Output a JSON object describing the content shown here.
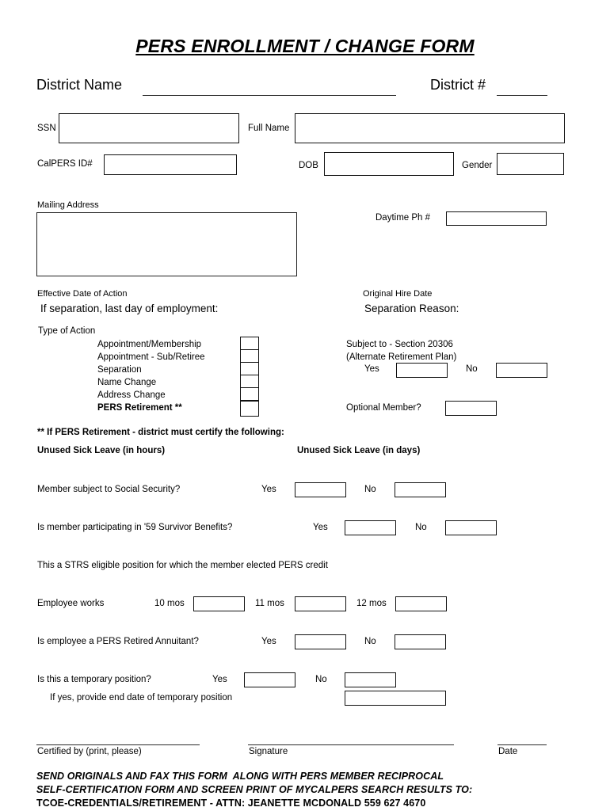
{
  "form": {
    "title": "PERS ENROLLMENT / CHANGE FORM",
    "district_name_label": "District Name",
    "district_number_label": "District #",
    "district_name_value": "",
    "district_number_value": "",
    "ssn_label": "SSN",
    "ssn_value": "",
    "full_name_label": "Full Name",
    "full_name_value": "",
    "calpers_id_label": "CalPERS ID#",
    "calpers_id_value": "",
    "dob_label": "DOB",
    "dob_value": "",
    "gender_label": "Gender",
    "gender_value": "",
    "mailing_address_label": "Mailing Address",
    "mailing_address_value": "",
    "daytime_phone_label": "Daytime Ph #",
    "daytime_phone_value": "",
    "effective_date_label": "Effective Date of Action",
    "separation_last_day_label": "If separation, last day of employment:",
    "original_hire_date_label": "Original Hire Date",
    "separation_reason_label": "Separation Reason:",
    "type_of_action_label": "Type of Action",
    "type_of_action_items": [
      {
        "label": "Appointment/Membership",
        "bold": false,
        "checked": false
      },
      {
        "label": "Appointment - Sub/Retiree",
        "bold": false,
        "checked": false
      },
      {
        "label": "Separation",
        "bold": false,
        "checked": false
      },
      {
        "label": "Name Change",
        "bold": false,
        "checked": false
      },
      {
        "label": "Address Change",
        "bold": false,
        "checked": false
      },
      {
        "label": "PERS Retirement **",
        "bold": true,
        "checked": false
      }
    ],
    "subject_to_section_line1": "Subject to - Section 20306",
    "subject_to_section_line2": "(Alternate Retirement Plan)",
    "subject_yes_label": "Yes",
    "subject_yes_value": "",
    "subject_no_label": "No",
    "subject_no_value": "",
    "optional_member_label": "Optional Member?",
    "optional_member_value": "",
    "certify_note": "** If PERS Retirement - district must certify the following:",
    "sick_leave_hours_label": "Unused Sick Leave (in hours)",
    "sick_leave_hours_value": "",
    "sick_leave_days_label": "Unused Sick Leave (in days)",
    "sick_leave_days_value": "",
    "social_security_question": "Member subject to Social Security?",
    "social_security_yes_label": "Yes",
    "social_security_yes_value": "",
    "social_security_no_label": "No",
    "social_security_no_value": "",
    "survivor_question": "Is member participating in '59 Survivor Benefits?",
    "survivor_yes_label": "Yes",
    "survivor_yes_value": "",
    "survivor_no_label": "No",
    "survivor_no_value": "",
    "strs_note": "This a STRS eligible position for which the member elected PERS credit",
    "employee_works_label": "Employee works",
    "months_options": [
      {
        "label": "10 mos",
        "value": ""
      },
      {
        "label": "11 mos",
        "value": ""
      },
      {
        "label": "12 mos",
        "value": ""
      }
    ],
    "retired_annuitant_question": "Is employee a PERS Retired Annuitant?",
    "retired_annuitant_yes_label": "Yes",
    "retired_annuitant_yes_value": "",
    "retired_annuitant_no_label": "No",
    "retired_annuitant_no_value": "",
    "temporary_question": "Is this a temporary position?",
    "temporary_yes_label": "Yes",
    "temporary_yes_value": "",
    "temporary_no_label": "No",
    "temporary_no_value": "",
    "temporary_end_date_label": "If yes, provide end date of temporary position",
    "temporary_end_date_value": "",
    "certified_by_label": "Certified by (print, please)",
    "certified_by_value": "",
    "signature_label": "Signature",
    "signature_value": "",
    "date_label": "Date",
    "date_value": "",
    "footer_line1": "SEND ORIGINALS AND FAX THIS FORM  ALONG WITH PERS MEMBER RECIPROCAL",
    "footer_line2": "SELF-CERTIFICATION FORM AND SCREEN PRINT OF MYCALPERS SEARCH RESULTS TO:",
    "footer_line3": "TCOE-CREDENTIALS/RETIREMENT - ATTN: JEANETTE MCDONALD 559 627 4670"
  }
}
